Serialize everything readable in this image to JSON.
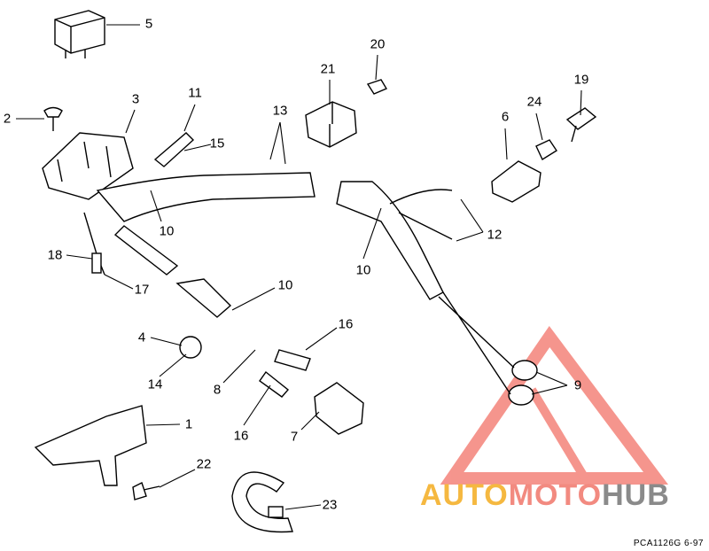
{
  "diagram": {
    "callouts": [
      {
        "id": "c5",
        "text": "5"
      },
      {
        "id": "c20",
        "text": "20"
      },
      {
        "id": "c21",
        "text": "21"
      },
      {
        "id": "c19",
        "text": "19"
      },
      {
        "id": "c24",
        "text": "24"
      },
      {
        "id": "c6",
        "text": "6"
      },
      {
        "id": "c3",
        "text": "3"
      },
      {
        "id": "c11",
        "text": "11"
      },
      {
        "id": "c2",
        "text": "2"
      },
      {
        "id": "c13",
        "text": "13"
      },
      {
        "id": "c15",
        "text": "15"
      },
      {
        "id": "c10a",
        "text": "10"
      },
      {
        "id": "c18",
        "text": "18"
      },
      {
        "id": "c17",
        "text": "17"
      },
      {
        "id": "c12",
        "text": "12"
      },
      {
        "id": "c10b",
        "text": "10"
      },
      {
        "id": "c10c",
        "text": "10"
      },
      {
        "id": "c16a",
        "text": "16"
      },
      {
        "id": "c4",
        "text": "4"
      },
      {
        "id": "c14",
        "text": "14"
      },
      {
        "id": "c8",
        "text": "8"
      },
      {
        "id": "c9",
        "text": "9"
      },
      {
        "id": "c1",
        "text": "1"
      },
      {
        "id": "c16b",
        "text": "16"
      },
      {
        "id": "c7",
        "text": "7"
      },
      {
        "id": "c22",
        "text": "22"
      },
      {
        "id": "c23",
        "text": "23"
      }
    ],
    "drawing_code": "PCA1126G  6-97"
  },
  "watermark": {
    "part1": "AUTO",
    "part2": "MOTO",
    "part3": "HUB",
    "colors": {
      "auto": "#f5b840",
      "moto": "#f28a80",
      "hub": "#8a8a8a",
      "triangle": "#f4837a"
    }
  }
}
